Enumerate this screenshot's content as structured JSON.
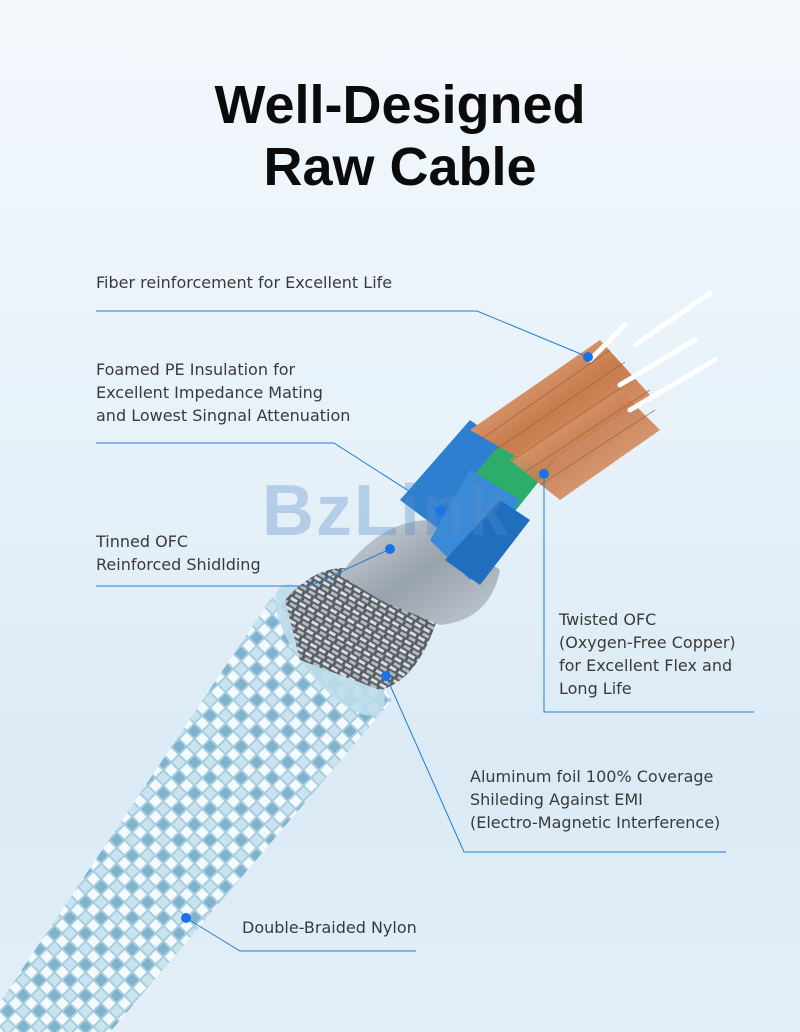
{
  "title": {
    "line1": "Well-Designed",
    "line2": "Raw Cable"
  },
  "watermark": "BzLink",
  "callouts": {
    "fiber": {
      "lines": [
        "Fiber reinforcement for Excellent Life"
      ]
    },
    "foamed": {
      "lines": [
        "Foamed PE Insulation for",
        "Excellent Impedance Mating",
        "and Lowest Singnal Attenuation"
      ]
    },
    "tinned": {
      "lines": [
        "Tinned OFC",
        "Reinforced Shidlding"
      ]
    },
    "twisted": {
      "lines": [
        "Twisted OFC",
        "(Oxygen-Free Copper)",
        "for Excellent Flex and",
        "Long Life"
      ]
    },
    "aluminum": {
      "lines": [
        "Aluminum foil 100% Coverage",
        "Shileding Against EMI",
        "(Electro-Magnetic Interference)"
      ]
    },
    "nylon": {
      "lines": [
        "Double-Braided Nylon"
      ]
    }
  },
  "colors": {
    "leader": "#1f7fd6",
    "dot": "#1a73e8",
    "title": "#0b0b0b",
    "text": "#3a3a3a"
  }
}
